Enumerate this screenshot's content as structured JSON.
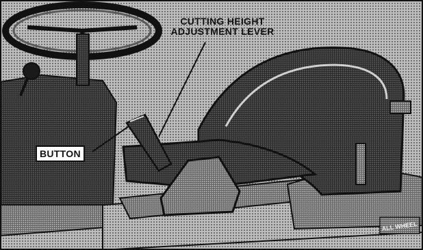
{
  "labels": {
    "lever_line1": "CUTTING HEIGHT",
    "lever_line2": "ADJUSTMENT LEVER",
    "button": "BUTTON"
  },
  "decal_text": "ALL WHEEL",
  "colors": {
    "ink": "#111111",
    "dark_fill": "#2a2a2a",
    "mid_fill": "#6a6a6a",
    "light_fill": "#bdbdbd",
    "paper": "#ffffff"
  }
}
